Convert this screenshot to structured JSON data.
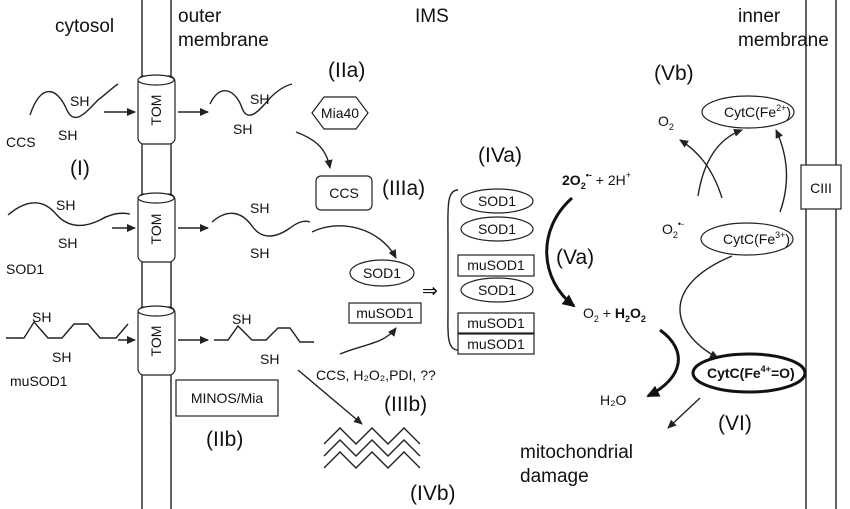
{
  "regions": {
    "cytosol": "cytosol",
    "outer_membrane_1": "outer",
    "outer_membrane_2": "membrane",
    "ims": "IMS",
    "inner_membrane_1": "inner",
    "inner_membrane_2": "membrane"
  },
  "proteins": {
    "ccs": "CCS",
    "sod1": "SOD1",
    "musod1": "muSOD1",
    "sh": "SH"
  },
  "transporters": {
    "tom": "TOM",
    "minos": "MINOS/Mia",
    "ciii": "CIII"
  },
  "factors": {
    "mia40": "Mia40",
    "cofactors": "CCS, H₂O₂,PDI, ??"
  },
  "steps": {
    "I": "(I)",
    "IIa": "(IIa)",
    "IIb": "(IIb)",
    "IIIa": "(IIIa)",
    "IIIb": "(IIIb)",
    "IVa": "(IVa)",
    "IVb": "(IVb)",
    "Va": "(Va)",
    "Vb": "(Vb)",
    "VI": "(VI)"
  },
  "chemistry": {
    "superoxide_pair_coef": "2O",
    "superoxide_sub": "2",
    "superoxide_sup": "•-",
    "proton_term": " + 2H",
    "proton_sup": "+",
    "o2_prefix": "O",
    "o2_sub": "2",
    "plus": " + ",
    "h2o2_h": "H",
    "h2o2_sub1": "2",
    "h2o2_o": "O",
    "h2o2_sub2": "2",
    "water": "H₂O",
    "o2_top": "O",
    "o2_top_sub": "2",
    "superoxide_single": "O",
    "superoxide_single_sub": "2",
    "superoxide_single_sup": "•-",
    "cytc": "CytC(Fe",
    "fe2_sup": "2+",
    "fe3_sup": "3+",
    "fe4_sup": "4+",
    "close": ")",
    "ferryl_close": "=O)"
  },
  "outcome": {
    "line1": "mitochondrial",
    "line2": "damage"
  },
  "colors": {
    "ink": "#111111",
    "background": "#ffffff"
  }
}
